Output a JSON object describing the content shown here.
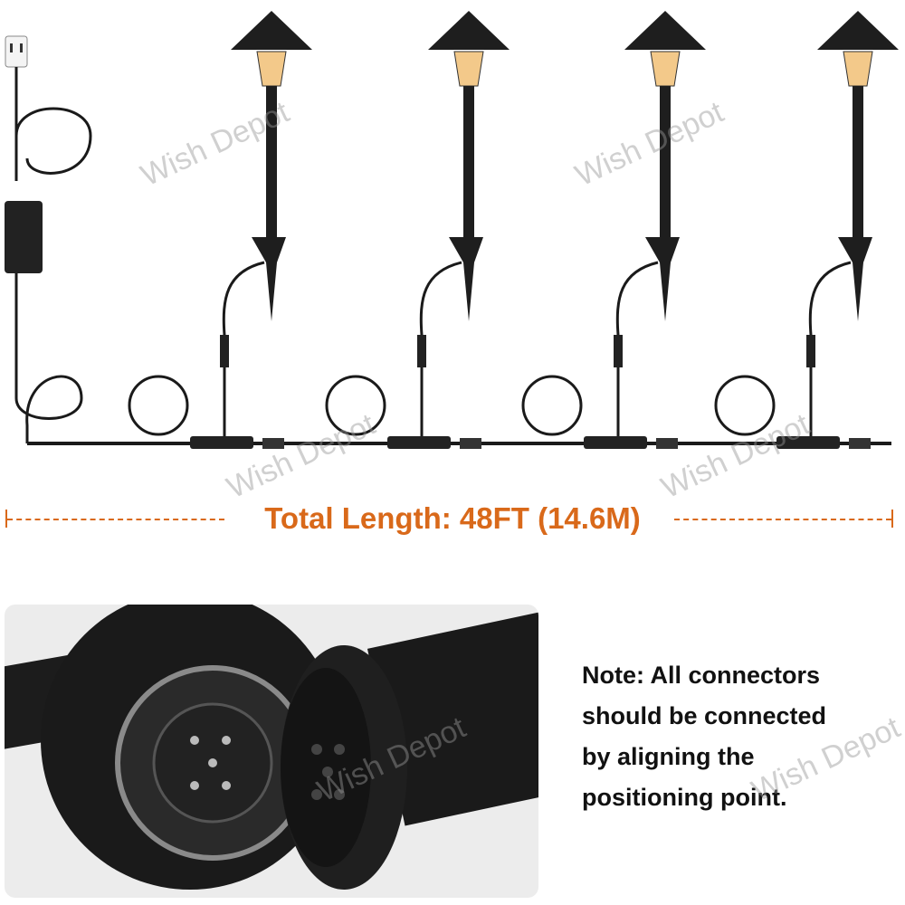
{
  "title": "Total Length: 48FT (14.6M)",
  "note": {
    "lines": [
      "Note: All connectors",
      "should be connected",
      "by aligning the",
      "positioning point."
    ]
  },
  "watermark": "Wish Depot",
  "colors": {
    "accent": "#d9691a",
    "product": "#1a1a1a",
    "panel": "#ececec"
  },
  "lights": [
    {
      "label": ""
    },
    {
      "label": ""
    },
    {
      "label": ""
    },
    {
      "label": ""
    }
  ]
}
